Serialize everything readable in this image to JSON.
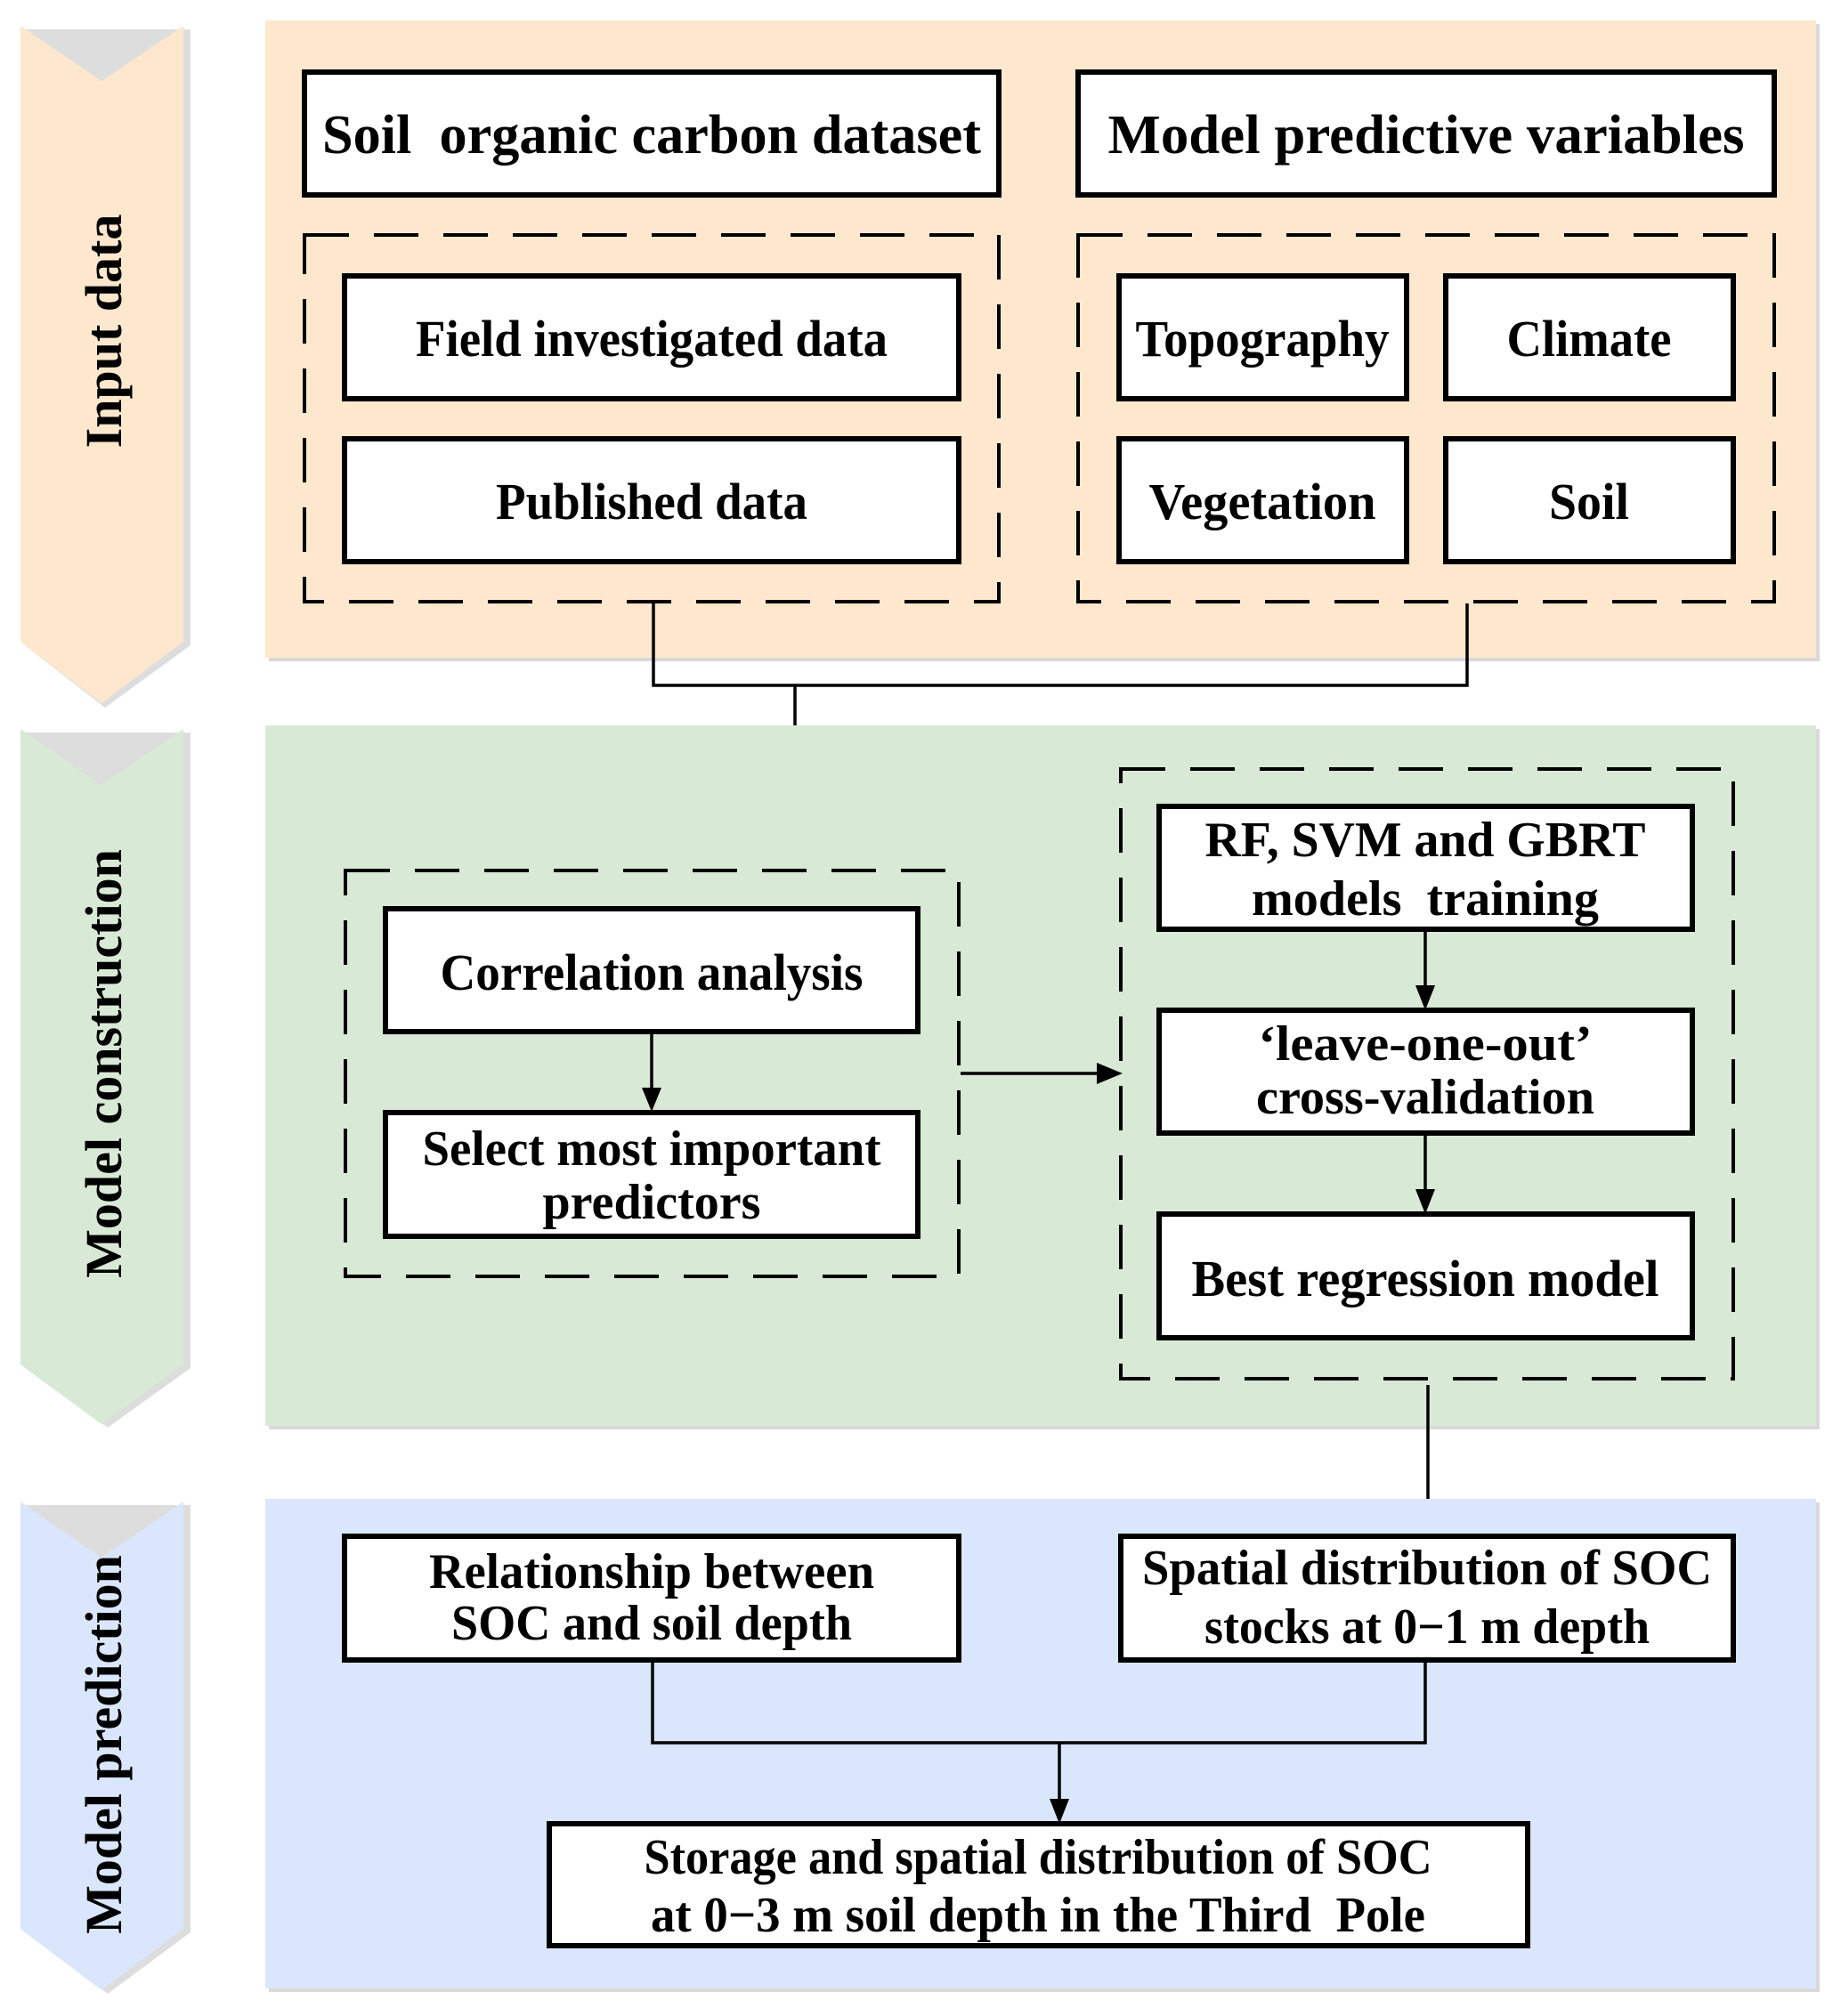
{
  "colors": {
    "input_panel": "#fde7cd",
    "construction_panel": "#d8e9d5",
    "prediction_panel": "#d9e6fb",
    "shadow": "#d9d9d9",
    "stroke": "#000000"
  },
  "stages": {
    "input": {
      "label": "Input data"
    },
    "construction": {
      "label": "Model construction"
    },
    "prediction": {
      "label": "Model prediction"
    }
  },
  "input_data": {
    "soc_dataset": {
      "title": "Soil  organic carbon dataset"
    },
    "field_data": {
      "label": "Field investigated data"
    },
    "published_data": {
      "label": "Published data"
    },
    "predictive_variables": {
      "title": "Model predictive variables"
    },
    "variables": [
      {
        "label": "Topography"
      },
      {
        "label": "Climate"
      },
      {
        "label": "Vegetation"
      },
      {
        "label": "Soil"
      }
    ]
  },
  "model_construction": {
    "correlation": {
      "label": "Correlation analysis"
    },
    "select_predictors": {
      "lines": [
        "Select most important",
        "predictors"
      ]
    },
    "training": {
      "lines": [
        "RF, SVM and GBRT",
        "models  training"
      ]
    },
    "cross_validation": {
      "lines": [
        "‘leave-one-out’",
        "cross-validation"
      ]
    },
    "best_model": {
      "label": "Best regression model"
    }
  },
  "model_prediction": {
    "relationship": {
      "lines": [
        "Relationship between",
        "SOC and soil depth"
      ]
    },
    "spatial_distribution": {
      "lines": [
        "Spatial distribution of SOC",
        "stocks at 0−1 m depth"
      ]
    },
    "storage": {
      "lines": [
        "Storage and spatial distribution of SOC",
        "at 0−3 m soil depth in the Third  Pole"
      ]
    }
  }
}
